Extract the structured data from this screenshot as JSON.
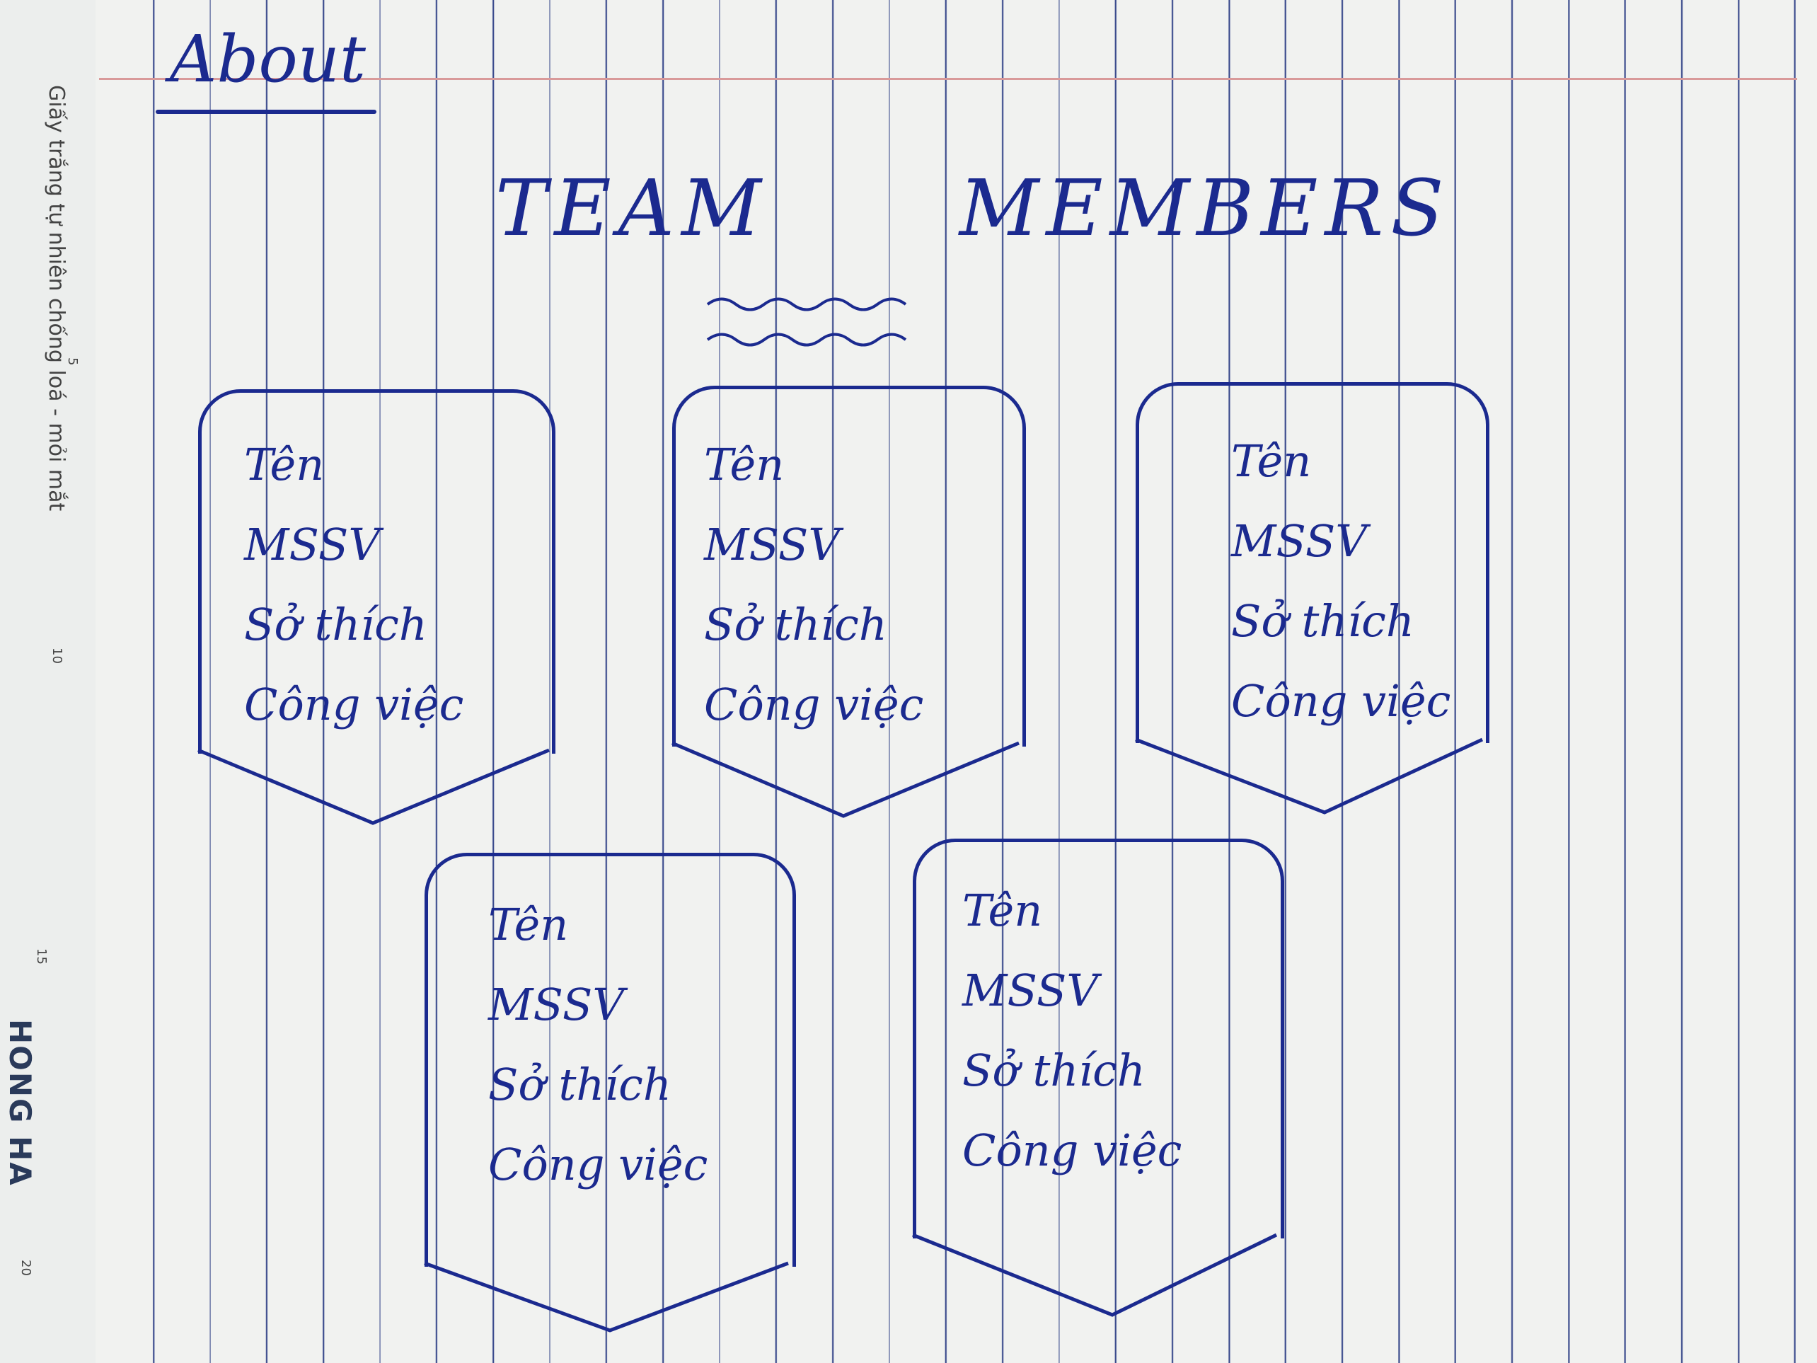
{
  "page": {
    "heading": "About",
    "title_left": "TEAM",
    "title_right": "MEMBERS"
  },
  "margin": {
    "ruler_text": "Giấy trắng tự nhiên chống loá - mỏi mắt",
    "brand": "HONG HA",
    "ticks": [
      "5",
      "10",
      "15",
      "20"
    ]
  },
  "cards": [
    {
      "fields": [
        "Tên",
        "MSSV",
        "Sở thích",
        "Công việc"
      ]
    },
    {
      "fields": [
        "Tên",
        "MSSV",
        "Sở thích",
        "Công việc"
      ]
    },
    {
      "fields": [
        "Tên",
        "MSSV",
        "Sở thích",
        "Công việc"
      ]
    },
    {
      "fields": [
        "Tên",
        "MSSV",
        "Sở thích",
        "Công việc"
      ]
    },
    {
      "fields": [
        "Tên",
        "MSSV",
        "Sở thích",
        "Công việc"
      ]
    }
  ],
  "colors": {
    "ink": "#1b2a8f",
    "paper": "#f1f2f0",
    "rule": "#3a4a8c"
  }
}
